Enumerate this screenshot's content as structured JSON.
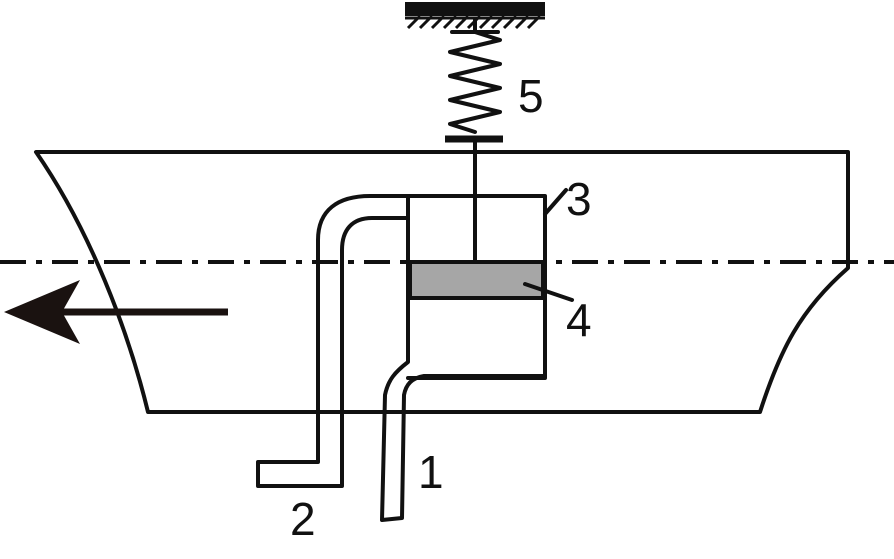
{
  "labels": {
    "part1": "1",
    "part2": "2",
    "part3": "3",
    "part4": "4",
    "part5": "5"
  },
  "colors": {
    "stroke": "#111111",
    "element4_fill": "#a6a6a6",
    "background": "#ffffff"
  },
  "icons": {
    "motion_arrow": "arrow-left-icon",
    "spring": "spring-icon",
    "ground": "ground-hatch-icon"
  }
}
